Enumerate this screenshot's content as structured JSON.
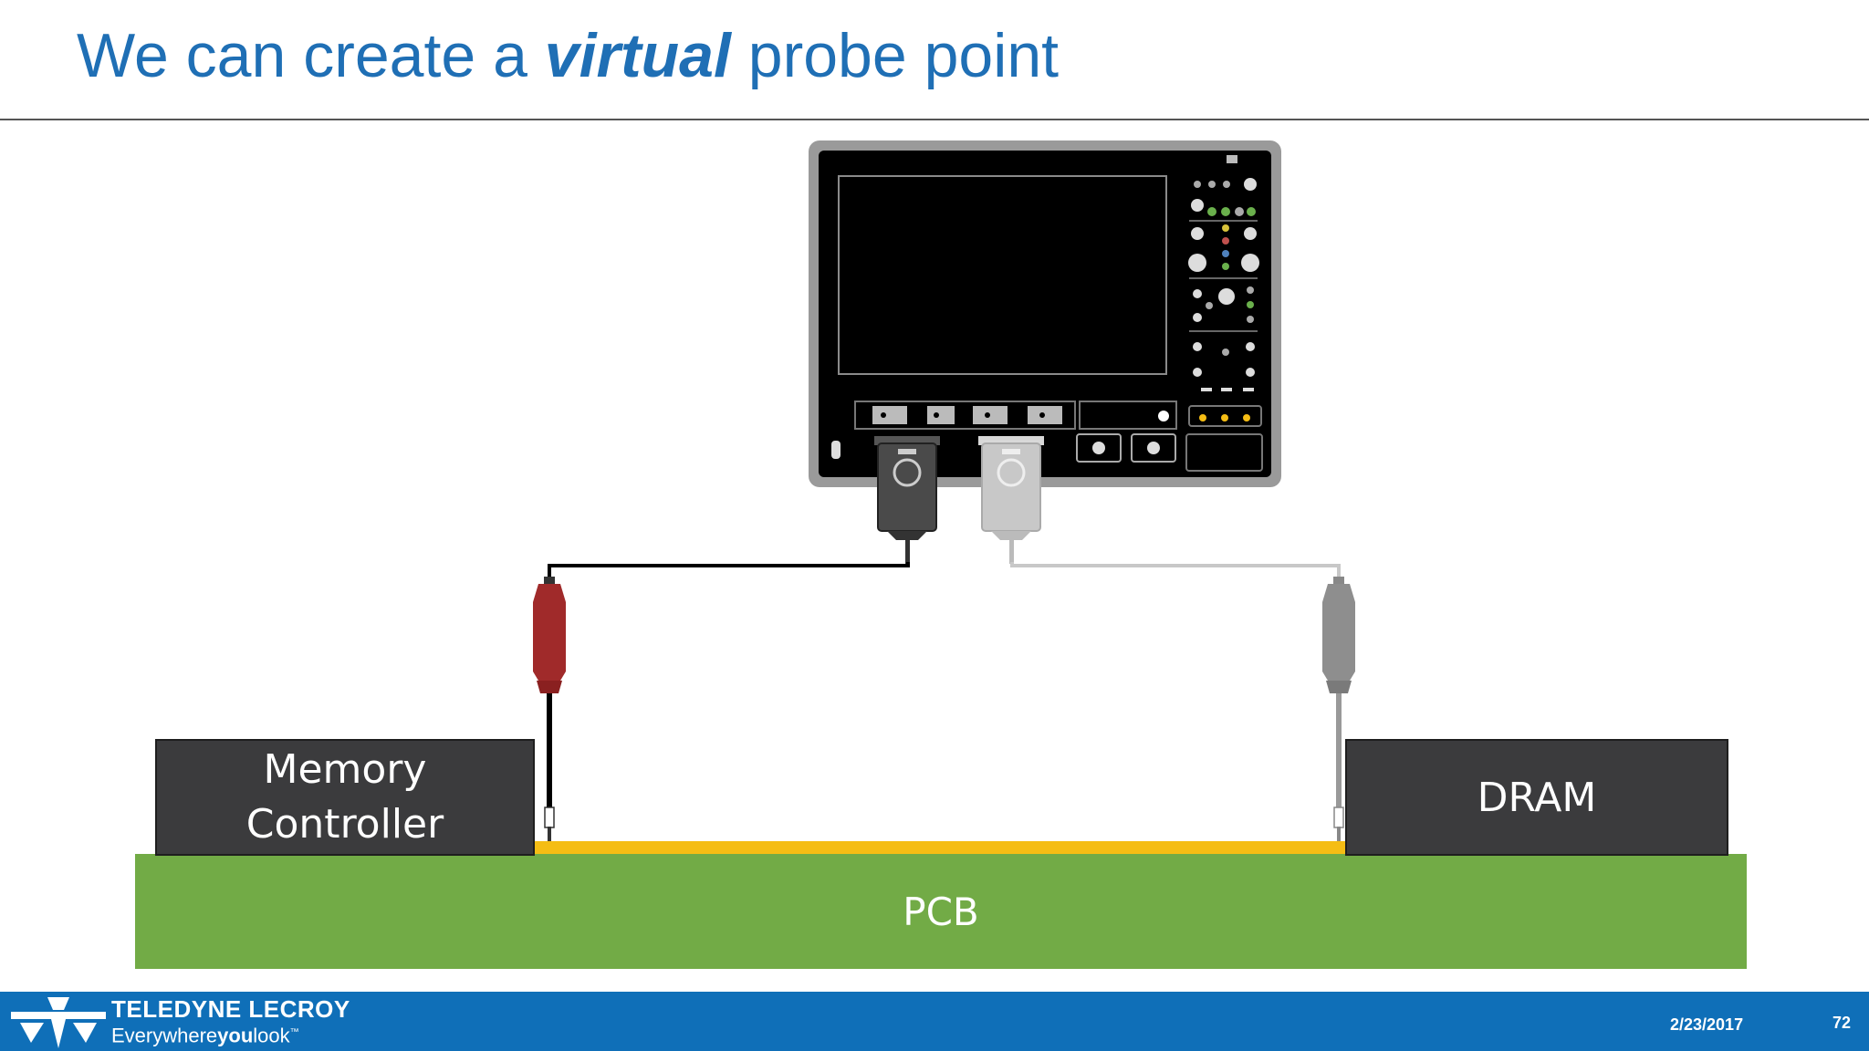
{
  "slide": {
    "title_before": "We can create a ",
    "title_emphasis": "virtual",
    "title_after": " probe point"
  },
  "diagram": {
    "memory_controller_line1": "Memory",
    "memory_controller_line2": "Controller",
    "dram": "DRAM",
    "pcb": "PCB",
    "colors": {
      "pcb": "#72ab46",
      "trace": "#f5bd14",
      "chip": "#3b3b3d",
      "probe_red": "#a02a2a",
      "probe_gray": "#8e8e8e",
      "title_blue": "#1f6fb5",
      "footer_blue": "#0f6fb8"
    }
  },
  "footer": {
    "brand": "TELEDYNE LECROY",
    "tagline_a": "Everywhere",
    "tagline_b": "you",
    "tagline_c": "look",
    "tagline_tm": "™",
    "date": "2/23/2017",
    "page": "72"
  }
}
